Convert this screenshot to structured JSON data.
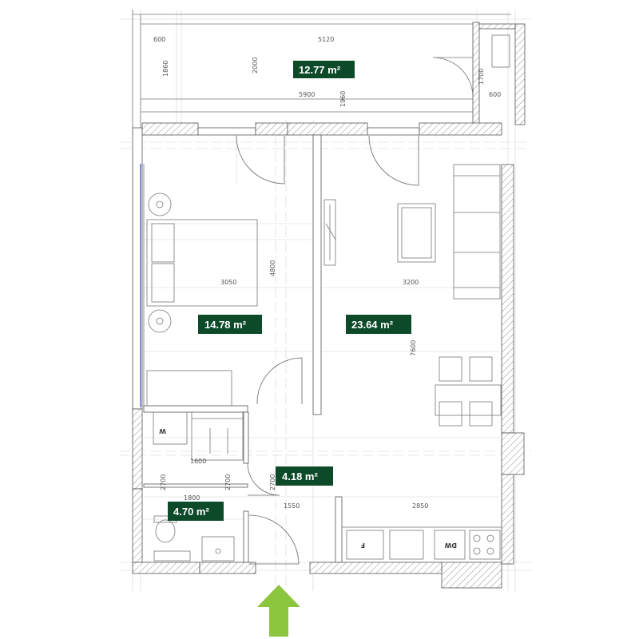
{
  "colors": {
    "wall_hatch": "#9a9a9a",
    "line": "#555555",
    "grid": "#cfcfcf",
    "label_bg": "#0d4a2a",
    "label_text": "#ffffff",
    "window_accent": "#3b4bc8",
    "arrow": "#8cc63f"
  },
  "rooms": [
    {
      "id": "balcony",
      "area": "12.77 m²"
    },
    {
      "id": "bedroom",
      "area": "14.78 m²"
    },
    {
      "id": "living",
      "area": "23.64 m²"
    },
    {
      "id": "hall",
      "area": "4.18 m²"
    },
    {
      "id": "bathroom",
      "area": "4.70 m²"
    }
  ],
  "dimensions": {
    "d600a": "600",
    "d5120": "5120",
    "d1860": "1860",
    "d2000": "2000",
    "d1700": "1700",
    "d5900": "5900",
    "d1960": "1960",
    "d600b": "600",
    "d3050": "3050",
    "d4800": "4800",
    "d3200": "3200",
    "d7600": "7600",
    "d1600": "1600",
    "d2700a": "2700",
    "d2700b": "2700",
    "d2700c": "2700",
    "d1800": "1800",
    "d1550": "1550",
    "d2850": "2850"
  },
  "appliances": {
    "washer": "W",
    "fridge": "F",
    "dishwasher": "DW"
  },
  "icons": {
    "entrance": "entrance-arrow-icon"
  }
}
